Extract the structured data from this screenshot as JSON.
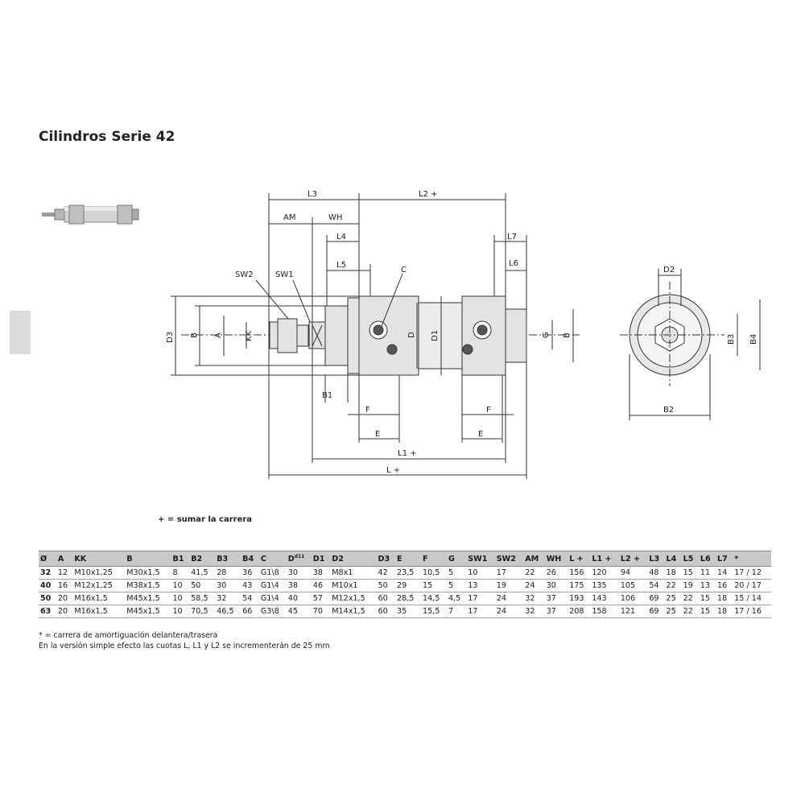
{
  "title": "Cilindros Serie 42",
  "labels": {
    "L3": "L3",
    "L2": "L2 +",
    "AM": "AM",
    "WH": "WH",
    "L4": "L4",
    "L5": "L5",
    "L7": "L7",
    "L6": "L6",
    "SW2": "SW2",
    "SW1": "SW1",
    "C": "C",
    "D3": "D3",
    "B": "B",
    "A": "A",
    "KK": "KK",
    "D": "D",
    "D1": "D1",
    "G": "G",
    "B1": "B1",
    "F": "F",
    "E": "E",
    "L1": "L1 +",
    "L": "L +",
    "D2": "D2",
    "B3": "B3",
    "B4": "B4",
    "B2": "B2"
  },
  "plus_note": "+ = sumar la carrera",
  "table": {
    "headers": [
      "Ø",
      "A",
      "KK",
      "B",
      "B1",
      "B2",
      "B3",
      "B4",
      "C",
      "D",
      "D1",
      "D2",
      "D3",
      "E",
      "F",
      "G",
      "SW1",
      "SW2",
      "AM",
      "WH",
      "L +",
      "L1 +",
      "L2 +",
      "L3",
      "L4",
      "L5",
      "L6",
      "L7",
      "*"
    ],
    "d_superscript": "d11",
    "rows": [
      [
        "32",
        "12",
        "M10x1,25",
        "M30x1,5",
        "8",
        "41,5",
        "28",
        "36",
        "G1\\8",
        "30",
        "38",
        "M8x1",
        "42",
        "23,5",
        "10,5",
        "5",
        "10",
        "17",
        "22",
        "26",
        "156",
        "120",
        "94",
        "48",
        "18",
        "15",
        "11",
        "14",
        "17 / 12"
      ],
      [
        "40",
        "16",
        "M12x1,25",
        "M38x1,5",
        "10",
        "50",
        "30",
        "43",
        "G1\\4",
        "38",
        "46",
        "M10x1",
        "50",
        "29",
        "15",
        "5",
        "13",
        "19",
        "24",
        "30",
        "175",
        "135",
        "105",
        "54",
        "22",
        "19",
        "13",
        "16",
        "20 / 17"
      ],
      [
        "50",
        "20",
        "M16x1,5",
        "M45x1,5",
        "10",
        "58,5",
        "32",
        "54",
        "G1\\4",
        "40",
        "57",
        "M12x1,5",
        "60",
        "28,5",
        "14,5",
        "4,5",
        "17",
        "24",
        "32",
        "37",
        "193",
        "143",
        "106",
        "69",
        "25",
        "22",
        "15",
        "18",
        "15 / 14"
      ],
      [
        "63",
        "20",
        "M16x1,5",
        "M45x1,5",
        "10",
        "70,5",
        "46,5",
        "66",
        "G3\\8",
        "45",
        "70",
        "M14x1,5",
        "60",
        "35",
        "15,5",
        "7",
        "17",
        "24",
        "32",
        "37",
        "208",
        "158",
        "121",
        "69",
        "25",
        "22",
        "15",
        "18",
        "17 / 16"
      ]
    ]
  },
  "footnotes": [
    "* = carrera de amortiguación delantera/trasera",
    "En la versión simple efecto las cuotas L, L1 y L2 se incrementerán de 25 mm"
  ],
  "colors": {
    "header_bg": "#c9c9c9",
    "part_fill": "#e3e3e3",
    "line": "#333333"
  }
}
